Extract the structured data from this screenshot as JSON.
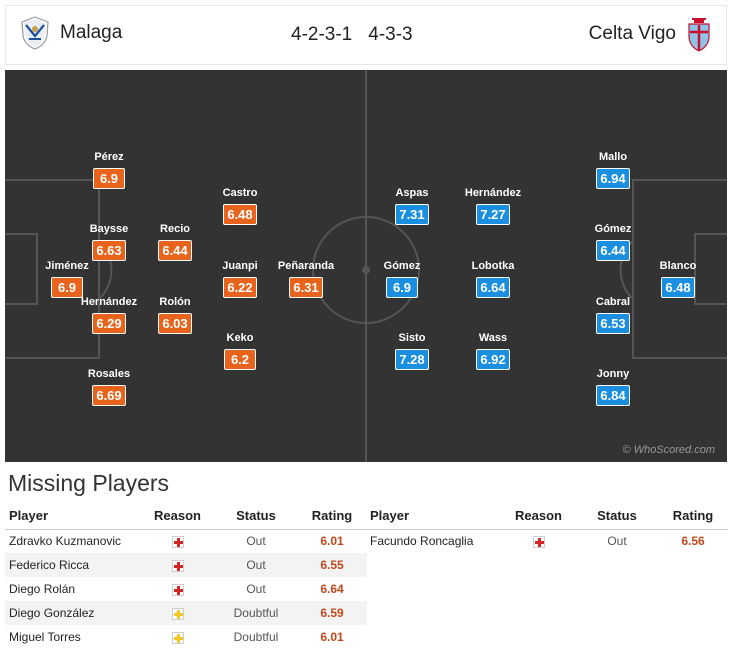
{
  "header": {
    "home_team": "Malaga",
    "away_team": "Celta Vigo",
    "home_formation": "4-2-3-1",
    "away_formation": "4-3-3"
  },
  "colors": {
    "home_rating": "#e8641c",
    "away_rating": "#1b8fdf",
    "pitch": "#333333"
  },
  "icons": {
    "home_crest": "malaga-crest-icon",
    "away_crest": "celta-vigo-crest-icon",
    "injury": "red-cross-icon",
    "doubtful": "yellow-cross-icon"
  },
  "pitch": {
    "watermark": "© WhoScored.com"
  },
  "home_players": [
    {
      "name": "Jiménez",
      "rating": "6.9"
    },
    {
      "name": "Pérez",
      "rating": "6.9"
    },
    {
      "name": "Baysse",
      "rating": "6.63"
    },
    {
      "name": "Hernández",
      "rating": "6.29"
    },
    {
      "name": "Rosales",
      "rating": "6.69"
    },
    {
      "name": "Recio",
      "rating": "6.44"
    },
    {
      "name": "Rolón",
      "rating": "6.03"
    },
    {
      "name": "Castro",
      "rating": "6.48"
    },
    {
      "name": "Juanpi",
      "rating": "6.22"
    },
    {
      "name": "Keko",
      "rating": "6.2"
    },
    {
      "name": "Peñaranda",
      "rating": "6.31"
    }
  ],
  "away_players": [
    {
      "name": "Gómez",
      "rating": "6.9"
    },
    {
      "name": "Aspas",
      "rating": "7.31"
    },
    {
      "name": "Sisto",
      "rating": "7.28"
    },
    {
      "name": "Hernández",
      "rating": "7.27"
    },
    {
      "name": "Lobotka",
      "rating": "6.64"
    },
    {
      "name": "Wass",
      "rating": "6.92"
    },
    {
      "name": "Mallo",
      "rating": "6.94"
    },
    {
      "name": "Gómez",
      "rating": "6.44"
    },
    {
      "name": "Cabral",
      "rating": "6.53"
    },
    {
      "name": "Jonny",
      "rating": "6.84"
    },
    {
      "name": "Blanco",
      "rating": "6.48"
    }
  ],
  "missing": {
    "title": "Missing Players",
    "columns": {
      "player": "Player",
      "reason": "Reason",
      "status": "Status",
      "rating": "Rating"
    },
    "home": [
      {
        "player": "Zdravko Kuzmanovic",
        "reason": "red-cross-icon",
        "status": "Out",
        "rating": "6.01"
      },
      {
        "player": "Federico Ricca",
        "reason": "red-cross-icon",
        "status": "Out",
        "rating": "6.55"
      },
      {
        "player": "Diego Rolán",
        "reason": "red-cross-icon",
        "status": "Out",
        "rating": "6.64"
      },
      {
        "player": "Diego González",
        "reason": "yellow-cross-icon",
        "status": "Doubtful",
        "rating": "6.59"
      },
      {
        "player": "Miguel Torres",
        "reason": "yellow-cross-icon",
        "status": "Doubtful",
        "rating": "6.01"
      }
    ],
    "away": [
      {
        "player": "Facundo Roncaglia",
        "reason": "red-cross-icon",
        "status": "Out",
        "rating": "6.56"
      }
    ]
  }
}
